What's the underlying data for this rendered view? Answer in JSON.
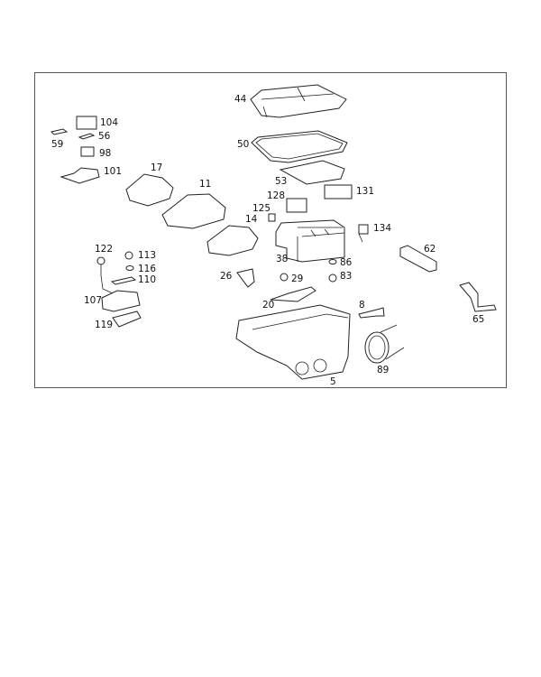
{
  "diagram": {
    "callouts": {
      "p44": "44",
      "p104": "104",
      "p56": "56",
      "p59": "59",
      "p98": "98",
      "p101": "101",
      "p17": "17",
      "p50": "50",
      "p53": "53",
      "p128": "128",
      "p131": "131",
      "p125": "125",
      "p11": "11",
      "p14": "14",
      "p134": "134",
      "p62": "62",
      "p38": "38",
      "p122": "122",
      "p113": "113",
      "p116": "116",
      "p110": "110",
      "p86": "86",
      "p83": "83",
      "p26": "26",
      "p29": "29",
      "p20": "20",
      "p8": "8",
      "p107": "107",
      "p65": "65",
      "p119": "119",
      "p89": "89",
      "p5": "5"
    }
  }
}
